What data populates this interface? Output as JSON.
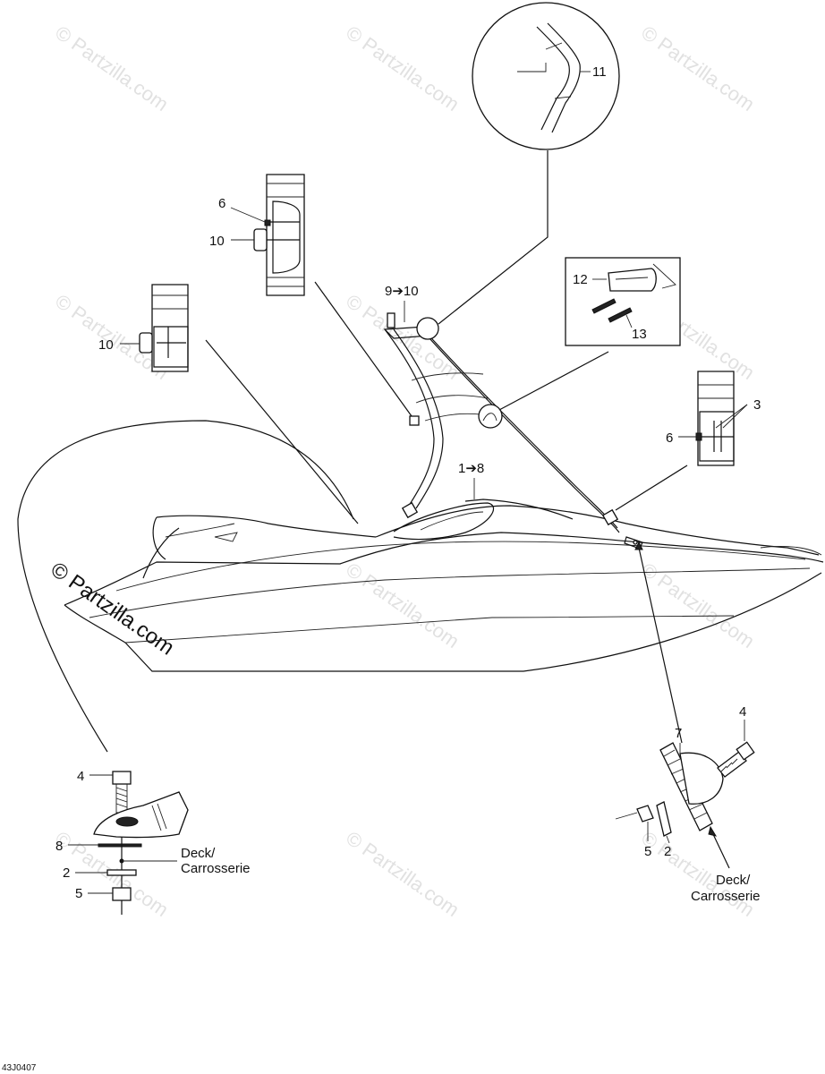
{
  "diagram_code": "43J0407",
  "watermark": {
    "text": "© Partzilla.com",
    "main_text": "© Partzilla.com"
  },
  "callouts": {
    "c1_8": "1➔8",
    "c9_10": "9➔10",
    "c11": "11",
    "c12": "12",
    "c13": "13",
    "c3": "3",
    "c6_right": "6",
    "c6_top": "6",
    "c10_top": "10",
    "c10_left": "10",
    "c4_left": "4",
    "c8": "8",
    "c2_left": "2",
    "c5_left": "5",
    "c4_right": "4",
    "c7": "7",
    "c5_right": "5",
    "c2_right": "2"
  },
  "deck_labels": {
    "left_line1": "Deck/",
    "left_line2": "Carrosserie",
    "right_line1": "Deck/",
    "right_line2": "Carrosserie"
  }
}
